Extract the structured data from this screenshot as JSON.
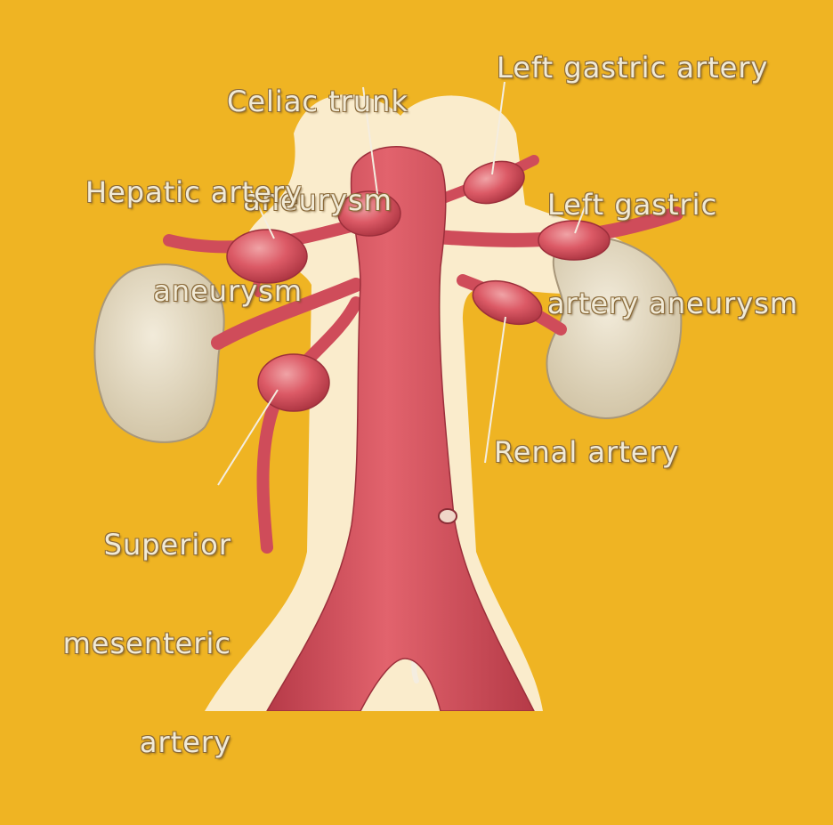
{
  "background_color": "#efb423",
  "vessel_color": "#d9535f",
  "kidney_color": "#e6dcc4",
  "labels": {
    "celiac_trunk_aneurysm": [
      "Celiac trunk",
      "aneurysm"
    ],
    "left_gastric_artery": "Left gastric artery",
    "hepatic_artery_aneurysm": [
      "Hepatic artery",
      "aneurysm"
    ],
    "left_gastric_artery_aneurysm": [
      "Left gastric",
      "artery aneurysm"
    ],
    "renal_artery": "Renal artery",
    "superior_mesenteric_artery": [
      "Superior",
      "mesenteric",
      "artery"
    ]
  }
}
